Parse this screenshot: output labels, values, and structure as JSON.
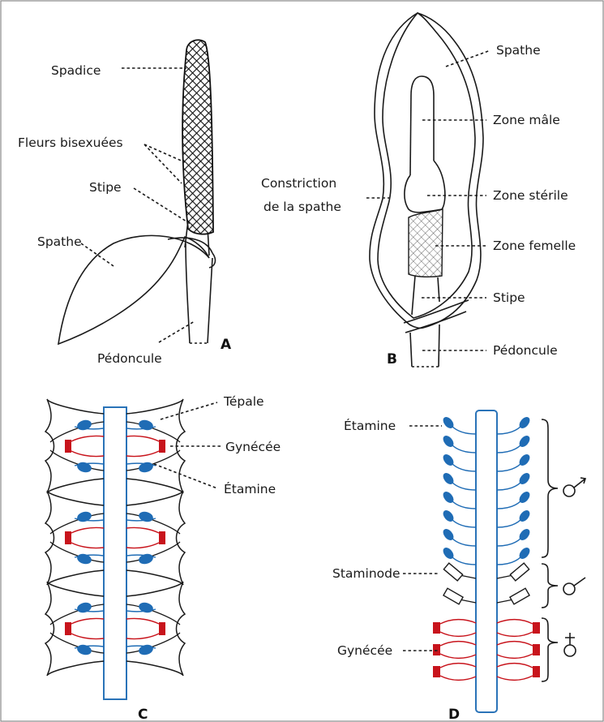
{
  "panels": {
    "a": {
      "letter": "A",
      "labels": {
        "spadix": "Spadice",
        "bisexual_flowers": "Fleurs bisexuées",
        "stipe": "Stipe",
        "spathe": "Spathe",
        "peduncle": "Pédoncule"
      }
    },
    "b": {
      "letter": "B",
      "labels": {
        "spathe": "Spathe",
        "male_zone": "Zone mâle",
        "constriction_line1": "Constriction",
        "constriction_line2": "de la spathe",
        "sterile_zone": "Zone stérile",
        "female_zone": "Zone femelle",
        "stipe": "Stipe",
        "peduncle": "Pédoncule"
      }
    },
    "c": {
      "letter": "C",
      "labels": {
        "tepal": "Tépale",
        "gynoecium": "Gynécée",
        "stamen": "Étamine"
      }
    },
    "d": {
      "letter": "D",
      "labels": {
        "stamen": "Étamine",
        "staminode": "Staminode",
        "gynoecium": "Gynécée"
      },
      "symbols": {
        "male": "♂",
        "sterile": "♂",
        "female": "♀"
      }
    }
  },
  "colors": {
    "stamen": "#1f6cb5",
    "gynoecium": "#c8141c",
    "axis": "#2a73b8",
    "line": "#1a1a1a"
  }
}
